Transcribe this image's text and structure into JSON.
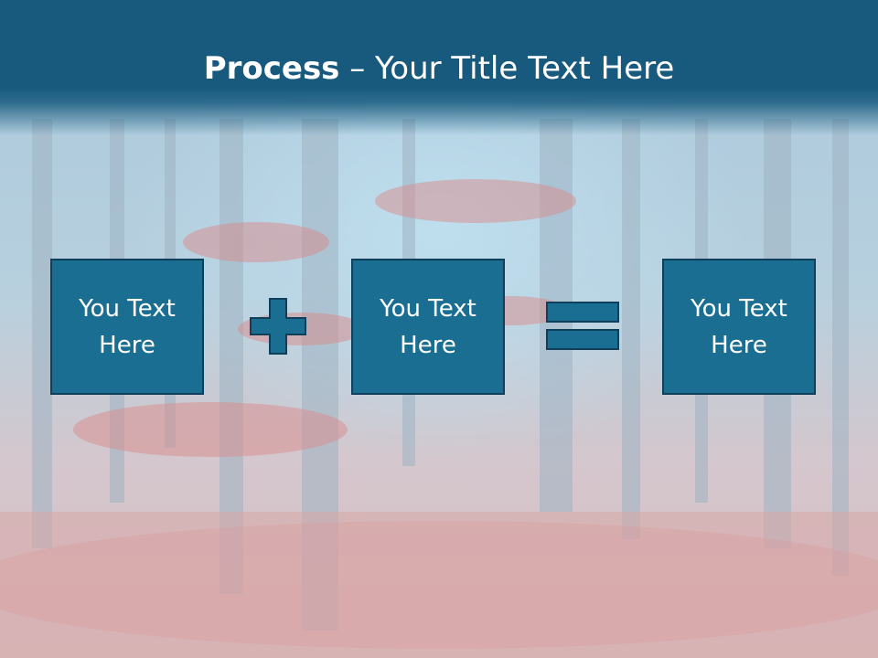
{
  "slide": {
    "title_bold": "Process",
    "title_rest": " – Your Title Text Here"
  },
  "boxes": [
    {
      "line1": "You Text",
      "line2": "Here"
    },
    {
      "line1": "You Text",
      "line2": "Here"
    },
    {
      "line1": "You Text",
      "line2": "Here"
    }
  ],
  "operators": {
    "first": "plus-icon",
    "second": "equals-icon"
  },
  "colors": {
    "title_bar": "#175a7e",
    "box_fill": "#196e92",
    "box_border": "#0f3f5a",
    "text": "#ffffff"
  }
}
